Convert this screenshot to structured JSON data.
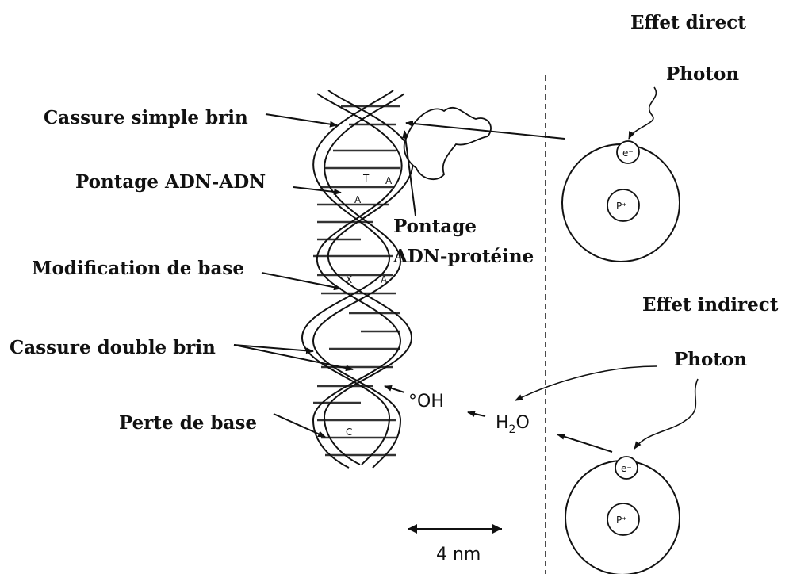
{
  "labels": {
    "cassure_simple": "Cassure simple brin",
    "pontage_adn_adn": "Pontage ADN-ADN",
    "modification_base": "Modification de base",
    "cassure_double": "Cassure double brin",
    "perte_base": "Perte de base",
    "pontage_prot_line1": "Pontage",
    "pontage_prot_line2": "ADN-protéine"
  },
  "right": {
    "effet_direct": "Effet direct",
    "effet_indirect": "Effet indirect",
    "photon1": "Photon",
    "photon2": "Photon",
    "electron1": "e⁻",
    "electron2": "e⁻",
    "proton1": "P⁺",
    "proton2": "P⁺"
  },
  "chem": {
    "oh": "°OH",
    "h2o_h": "H",
    "h2o_sub": "2",
    "h2o_o": "O"
  },
  "bases": {
    "t": "T",
    "a1": "A",
    "a2": "A",
    "x": "X",
    "a3": "A",
    "c": "C"
  },
  "scale": {
    "label": "4 nm"
  }
}
